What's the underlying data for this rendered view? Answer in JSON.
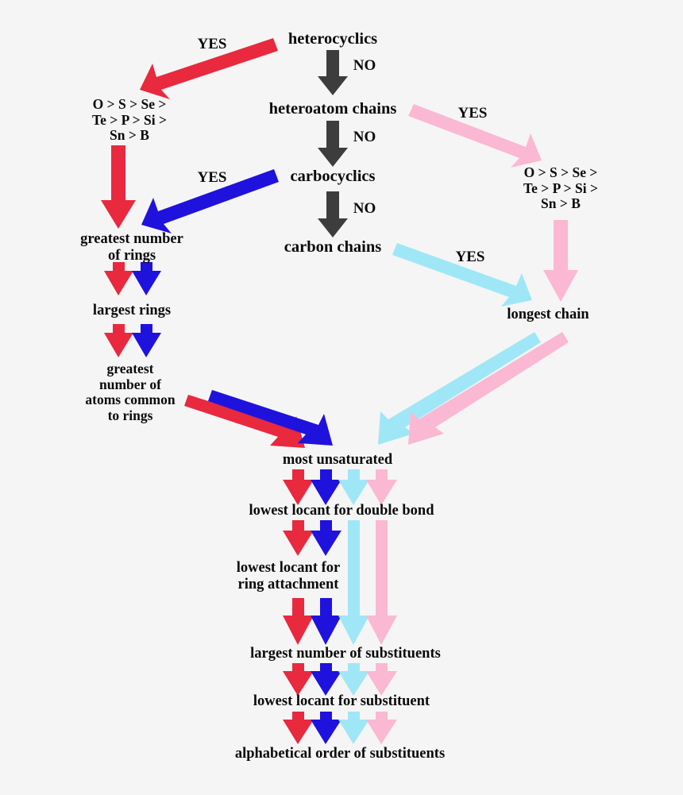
{
  "diagram": {
    "title": "IUPAC nomenclature seniority decision flowchart",
    "background_color": "#f5f5f5",
    "colors": {
      "red": "#e8293e",
      "blue": "#1f12dd",
      "cyan": "#9fe7f7",
      "pink": "#fbb8d3",
      "gray": "#3d3d3d",
      "text": "#0a0a0a"
    }
  },
  "nodes": {
    "heterocyclics": "heterocyclics",
    "heteroatom_chains": "heteroatom chains",
    "carbocyclics": "carbocyclics",
    "carbon_chains": "carbon chains",
    "heteroatom_priority_left": "O > S > Se >\nTe > P > Si >\nSn > B",
    "heteroatom_priority_right": "O > S > Se >\nTe > P > Si >\nSn > B",
    "greatest_number_of_rings": "greatest number\nof rings",
    "largest_rings": "largest rings",
    "greatest_atoms_common": "greatest\nnumber of\natoms common\nto rings",
    "longest_chain": "longest chain",
    "most_unsaturated": "most unsaturated",
    "lowest_locant_double_bond": "lowest locant for double bond",
    "lowest_locant_ring_attachment": "lowest locant for\nring attachment",
    "largest_number_substituents": "largest number of substituents",
    "lowest_locant_substituent": "lowest locant for substituent",
    "alphabetical_order": "alphabetical order of substituents"
  },
  "edge_labels": {
    "yes_heterocyclics": "YES",
    "no_heterocyclics": "NO",
    "yes_heteroatom_chains": "YES",
    "no_heteroatom_chains": "NO",
    "yes_carbocyclics": "YES",
    "no_carbocyclics": "NO",
    "yes_carbon_chains": "YES"
  }
}
